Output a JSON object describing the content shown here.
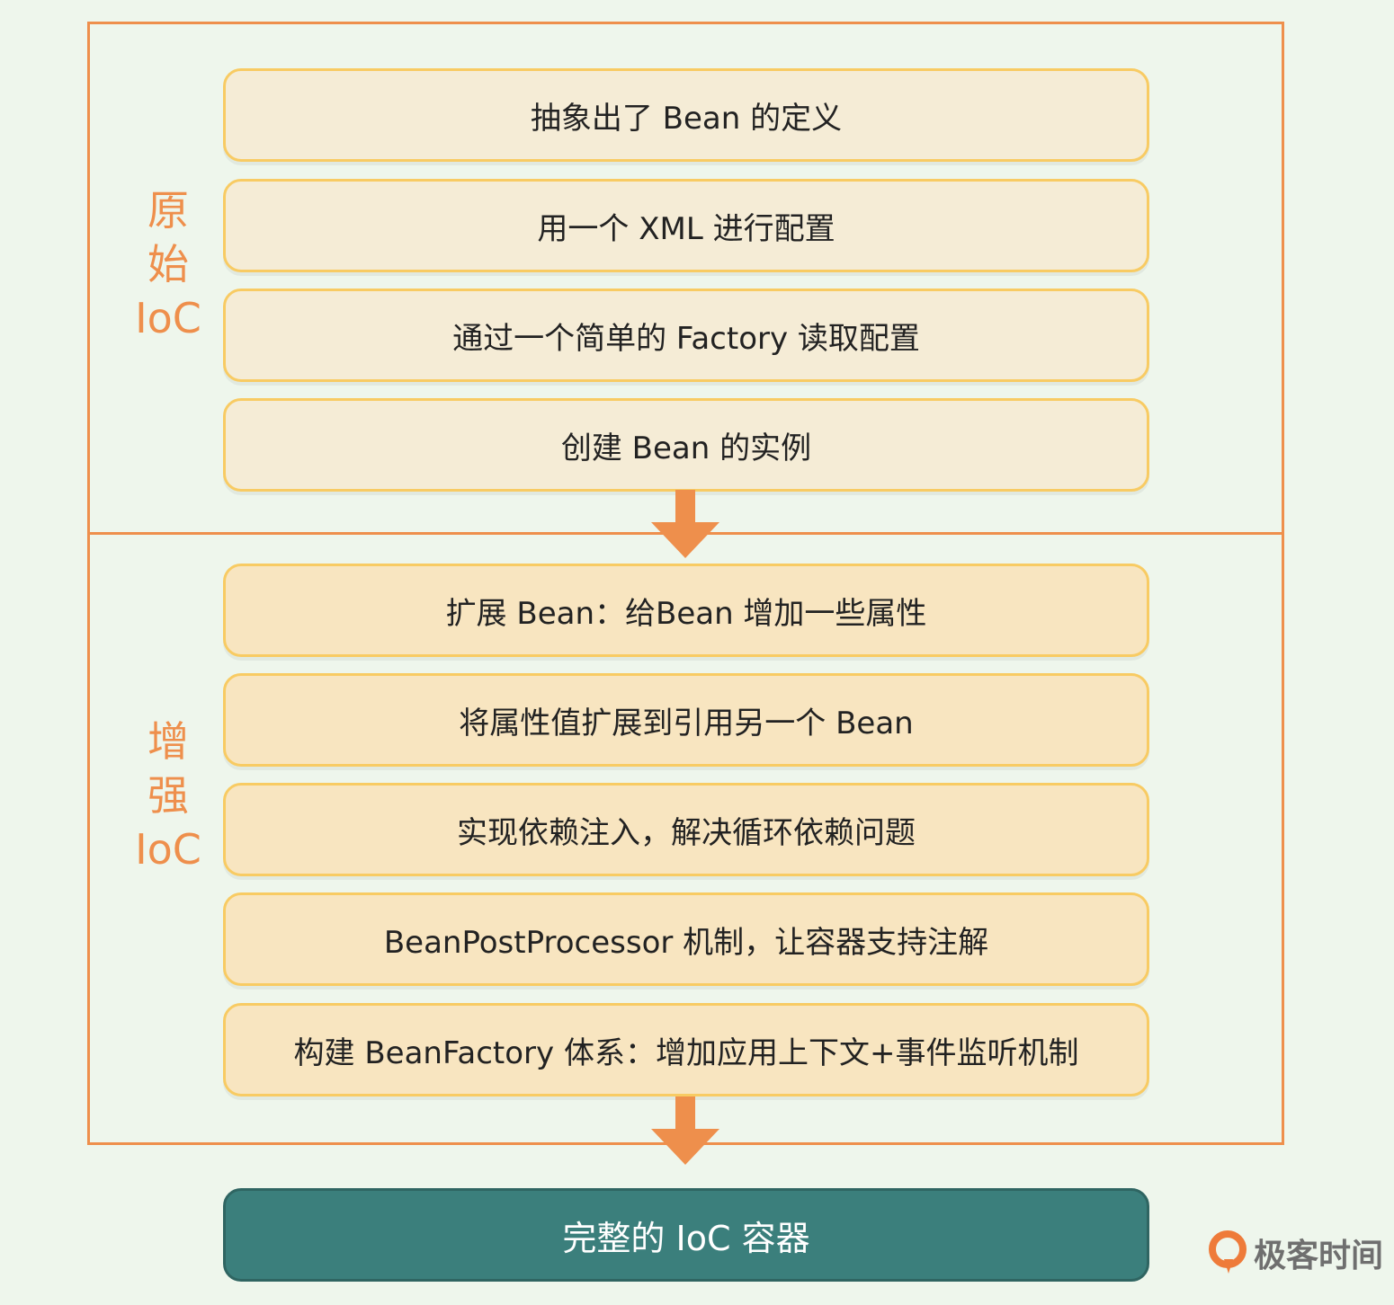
{
  "sections": {
    "original": {
      "label": [
        "原",
        "始",
        "IoC"
      ],
      "steps": [
        "抽象出了 Bean 的定义",
        "用一个 XML 进行配置",
        "通过一个简单的 Factory 读取配置",
        "创建 Bean 的实例"
      ]
    },
    "enhanced": {
      "label": [
        "增",
        "强",
        "IoC"
      ],
      "steps": [
        "扩展 Bean：给Bean 增加一些属性",
        "将属性值扩展到引用另一个 Bean",
        "实现依赖注入，解决循环依赖问题",
        "BeanPostProcessor 机制，让容器支持注解",
        "构建 BeanFactory 体系：增加应用上下文+事件监听机制"
      ]
    }
  },
  "final": "完整的 IoC 容器",
  "brand": "极客时间",
  "colors": {
    "accent": "#ee8f4c",
    "step_border": "#f8cb63",
    "final_bg": "#3b7f7c",
    "background": "#eef6ec"
  }
}
